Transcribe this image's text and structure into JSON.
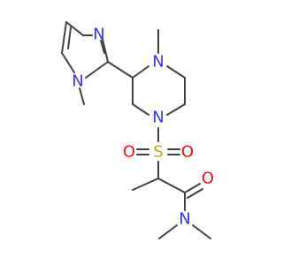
{
  "molecule": {
    "atoms": {
      "n_imidazole_1": "N",
      "n_imidazole_2": "N",
      "n_piperazine_top": "N",
      "n_piperazine_bottom": "N",
      "s_sulfonyl": "S",
      "o_sulfonyl_left": "O",
      "o_sulfonyl_right": "O",
      "o_carbonyl": "O",
      "n_amide": "N"
    },
    "colors": {
      "bond": "#404040",
      "nitrogen": "#3232ff",
      "oxygen": "#ff0d0d",
      "sulfur": "#b2b200"
    }
  }
}
